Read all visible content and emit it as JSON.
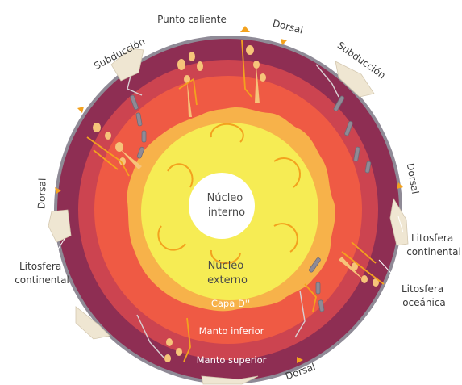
{
  "labels": {
    "subduction_left": "Subducción",
    "hotspot": "Punto caliente",
    "ridge_top": "Dorsal",
    "subduction_right": "Subducción",
    "ridge_right": "Dorsal",
    "ridge_left": "Dorsal",
    "ridge_bottom": "Dorsal",
    "lithosphere_continental_left": [
      "Litosfera",
      "continental"
    ],
    "lithosphere_continental_right": [
      "Litosfera",
      "continental"
    ],
    "lithosphere_oceanic": [
      "Litosfera",
      "oceánica"
    ],
    "inner_core": [
      "Núcleo",
      "interno"
    ],
    "outer_core": [
      "Núcleo",
      "externo"
    ],
    "layer_d": "Capa D''",
    "lower_mantle": "Manto inferior",
    "upper_mantle": "Manto superior"
  },
  "colors": {
    "crust": "#8f8a96",
    "upper_mantle": "#8e2e53",
    "lower_mantle_outer": "#cc4450",
    "lower_mantle_inner": "#ef5a44",
    "d_layer": "#f7b24a",
    "outer_core": "#f6ec54",
    "inner_core": "#ffffff",
    "continent": "#efe6d2",
    "plume": "#f6c47a",
    "arrow": "#f3a21e"
  }
}
